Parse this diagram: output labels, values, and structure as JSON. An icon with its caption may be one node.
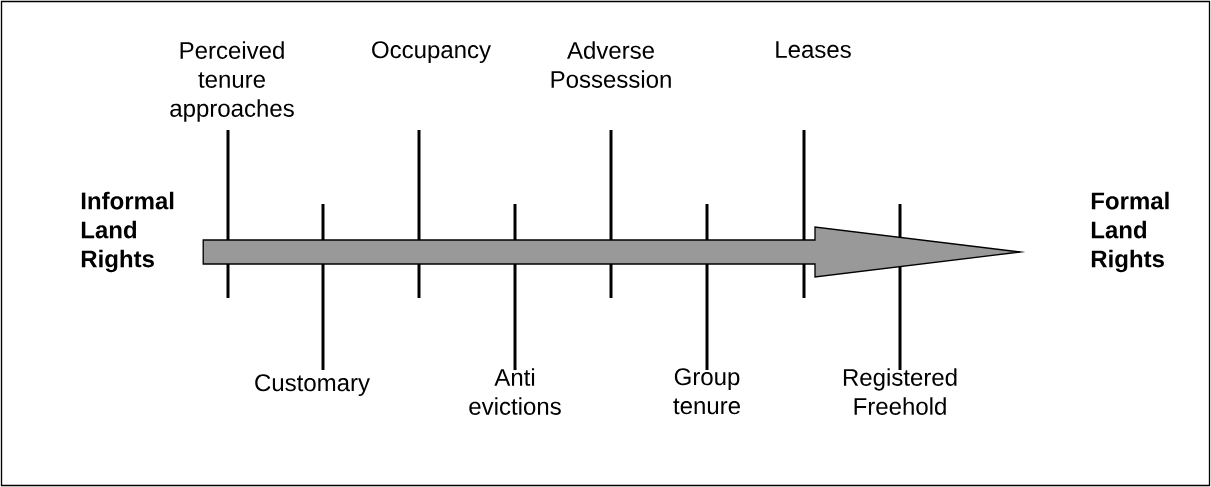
{
  "diagram": {
    "nodes": [
      {
        "text": [
          "Informal Land Rights"
        ]
      },
      {
        "text": [
          "Formal Land Rights"
        ]
      }
    ],
    "edges": [
      {
        "from": 0,
        "to": 1,
        "arrow": "to"
      }
    ],
    "labels": [
      "Perceived tenure approaches",
      "Occupancy",
      "Adverse Possession",
      "Leases",
      "Customary",
      "Anti evictions",
      "Group tenure",
      "Registered Freehold"
    ]
  }
}
